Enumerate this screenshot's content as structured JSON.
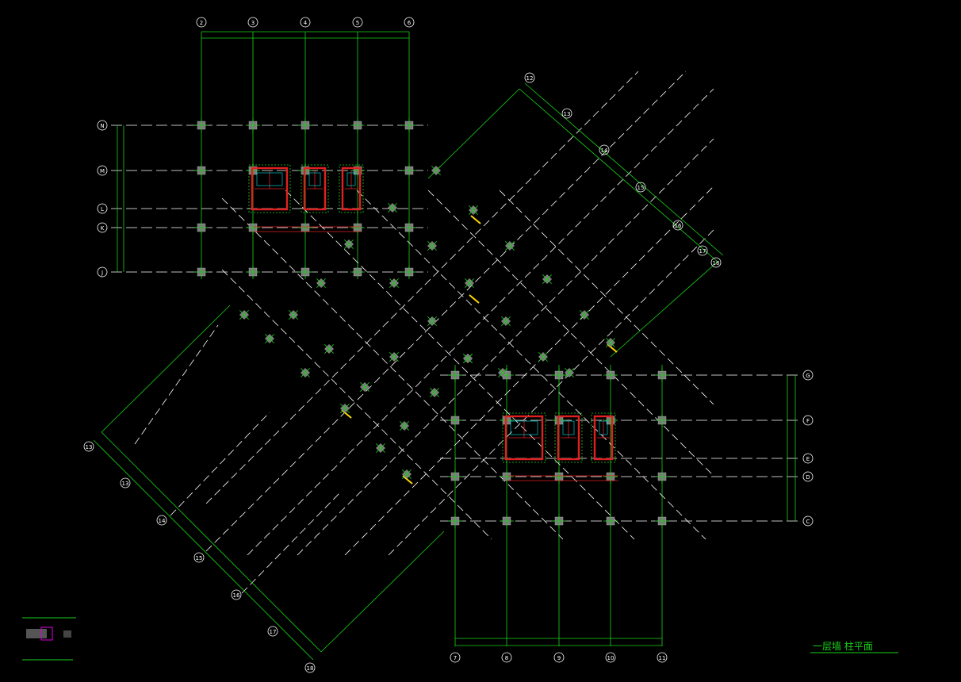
{
  "drawing": {
    "title": "一层墙  柱平面",
    "colors": {
      "background": "#000000",
      "axis": "#19d219",
      "grid": "#ffffff",
      "column": "#7a7a7a",
      "wall": "#e02020",
      "annotation": "#00e5e5",
      "label": "#ffd800",
      "legend_accent": "#e000e0"
    }
  },
  "block_a": {
    "top_axes": [
      "2",
      "3",
      "4",
      "5",
      "6"
    ],
    "left_axes": [
      "N",
      "M",
      "L",
      "K",
      "J"
    ]
  },
  "block_b": {
    "bottom_axes": [
      "7",
      "8",
      "9",
      "10",
      "11"
    ],
    "right_axes": [
      "G",
      "F",
      "E",
      "D",
      "C"
    ]
  },
  "diag_axes": {
    "upper_right": [
      "12",
      "13",
      "14",
      "15",
      "16",
      "17",
      "18"
    ],
    "lower_left": [
      "13",
      "14",
      "15",
      "16",
      "17",
      "18"
    ]
  }
}
